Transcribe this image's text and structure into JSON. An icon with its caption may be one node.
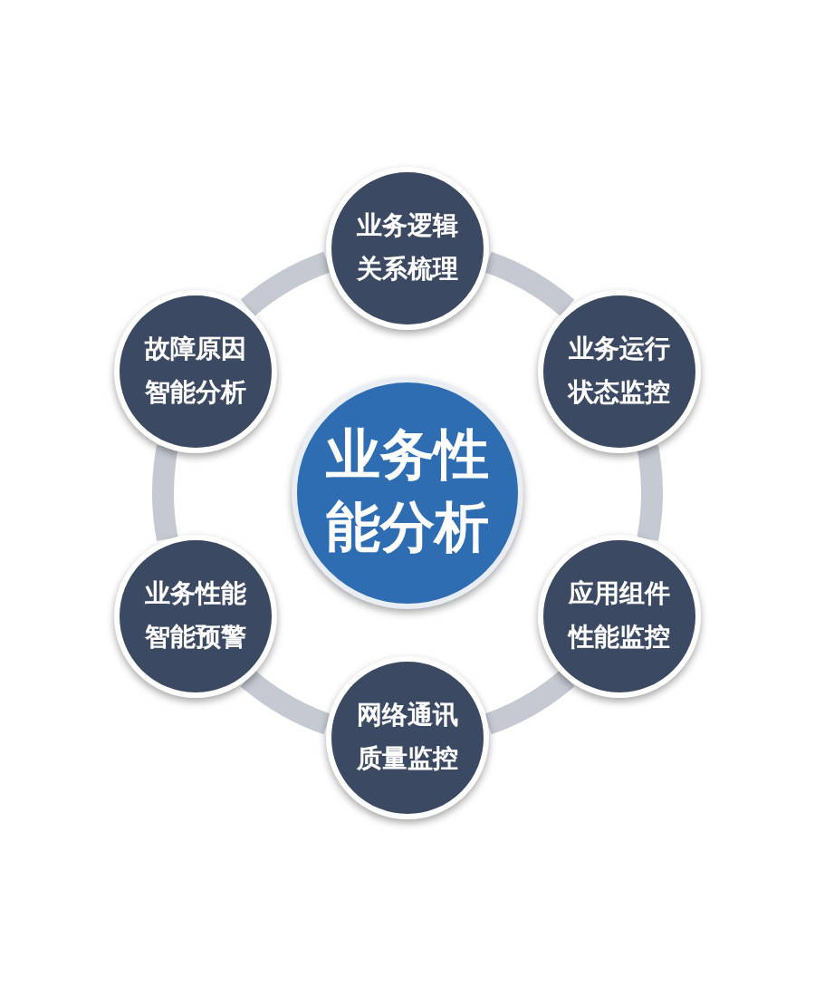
{
  "diagram": {
    "nodes": [
      {
        "text": [
          "业务性能分析"
        ]
      },
      {
        "text": [
          "业务逻辑关系梳理"
        ]
      },
      {
        "text": [
          "业务运行状态监控"
        ]
      },
      {
        "text": [
          "应用组件性能监控"
        ]
      },
      {
        "text": [
          "网络通讯质量监控"
        ]
      },
      {
        "text": [
          "业务性能智能预警"
        ]
      },
      {
        "text": [
          "故障原因智能分析"
        ]
      }
    ],
    "edges": [
      {
        "from": 1,
        "to": 2,
        "arrow": "none"
      },
      {
        "from": 2,
        "to": 3,
        "arrow": "none"
      },
      {
        "from": 3,
        "to": 4,
        "arrow": "none"
      },
      {
        "from": 4,
        "to": 5,
        "arrow": "none"
      },
      {
        "from": 5,
        "to": 6,
        "arrow": "none"
      },
      {
        "from": 6,
        "to": 1,
        "arrow": "none"
      }
    ]
  }
}
